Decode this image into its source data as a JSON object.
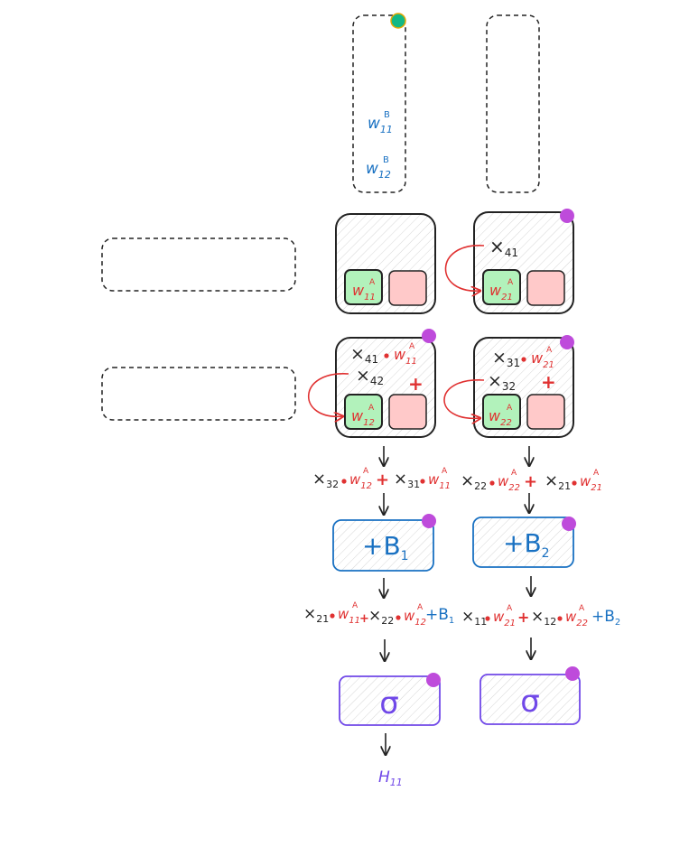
{
  "colors": {
    "black": "#222222",
    "red": "#e03131",
    "blue": "#1971c2",
    "purple": "#7048e8",
    "green_fill": "#b2f2bb",
    "pink_fill": "#ffc9c9",
    "teal_dot": "#12b886",
    "magenta_dot": "#be4bdb",
    "hatch": "#cccccc"
  },
  "weights_b": [
    {
      "base": "w",
      "sub": "11",
      "sup": "B"
    },
    {
      "base": "w",
      "sub": "12",
      "sup": "B"
    }
  ],
  "row1": {
    "col1_green": {
      "base": "w",
      "sub": "11",
      "sup": "A"
    },
    "col2_input": {
      "base": "×",
      "sub": "41"
    },
    "col2_green": {
      "base": "w",
      "sub": "21",
      "sup": "A"
    }
  },
  "row2": {
    "col1_product": {
      "x_base": "×",
      "x_sub": "41",
      "w_base": "w",
      "w_sub": "11",
      "w_sup": "A"
    },
    "col1_input": {
      "base": "×",
      "sub": "42"
    },
    "col1_plus": "+",
    "col1_green": {
      "base": "w",
      "sub": "12",
      "sup": "A"
    },
    "col2_product": {
      "x_base": "×",
      "x_sub": "31",
      "w_base": "w",
      "w_sub": "21",
      "w_sup": "A"
    },
    "col2_input": {
      "base": "×",
      "sub": "32"
    },
    "col2_plus": "+",
    "col2_green": {
      "base": "w",
      "sub": "22",
      "sup": "A"
    }
  },
  "sum1": {
    "col1": [
      "×",
      "32",
      "w",
      "12",
      "A",
      "+",
      "×",
      "31",
      "w",
      "11",
      "A"
    ],
    "col2": [
      "×",
      "22",
      "w",
      "22",
      "A",
      "+",
      "×",
      "21",
      "w",
      "21",
      "A"
    ]
  },
  "bias": {
    "col1": {
      "text": "+B",
      "sub": "1"
    },
    "col2": {
      "text": "+B",
      "sub": "2"
    }
  },
  "sum2": {
    "col1": [
      "×",
      "21",
      "w",
      "11",
      "A",
      "+",
      "×",
      "22",
      "w",
      "12",
      "A",
      "+B",
      "1"
    ],
    "col2": [
      "×",
      "11",
      "w",
      "21",
      "A",
      "+",
      "×",
      "12",
      "w",
      "22",
      "A",
      "+B",
      "2"
    ]
  },
  "activation": {
    "col1": "σ",
    "col2": "σ"
  },
  "output": {
    "base": "H",
    "sub": "11"
  }
}
